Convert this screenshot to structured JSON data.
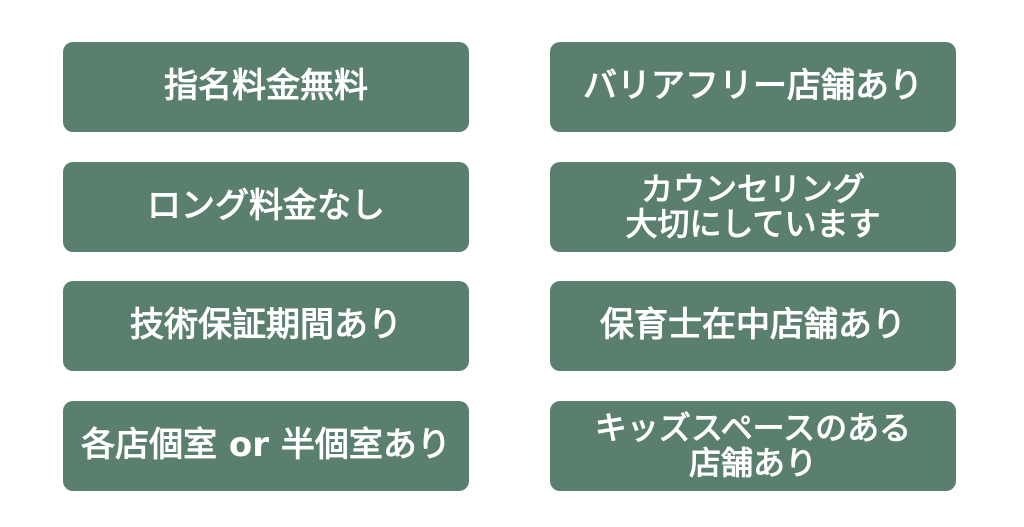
{
  "colors": {
    "card_background": "#5b7f6e",
    "card_text": "#ffffff",
    "page_background": "#ffffff"
  },
  "features": {
    "left": [
      {
        "line1": "指名料金無料"
      },
      {
        "line1": "ロング料金なし"
      },
      {
        "line1": "技術保証期間あり"
      },
      {
        "line1": "各店個室 or 半個室あり"
      }
    ],
    "right": [
      {
        "line1": "バリアフリー店舗あり"
      },
      {
        "line1": "カウンセリング",
        "line2": "大切にしています"
      },
      {
        "line1": "保育士在中店舗あり"
      },
      {
        "line1": "キッズスペースのある",
        "line2": "店舗あり"
      }
    ]
  }
}
